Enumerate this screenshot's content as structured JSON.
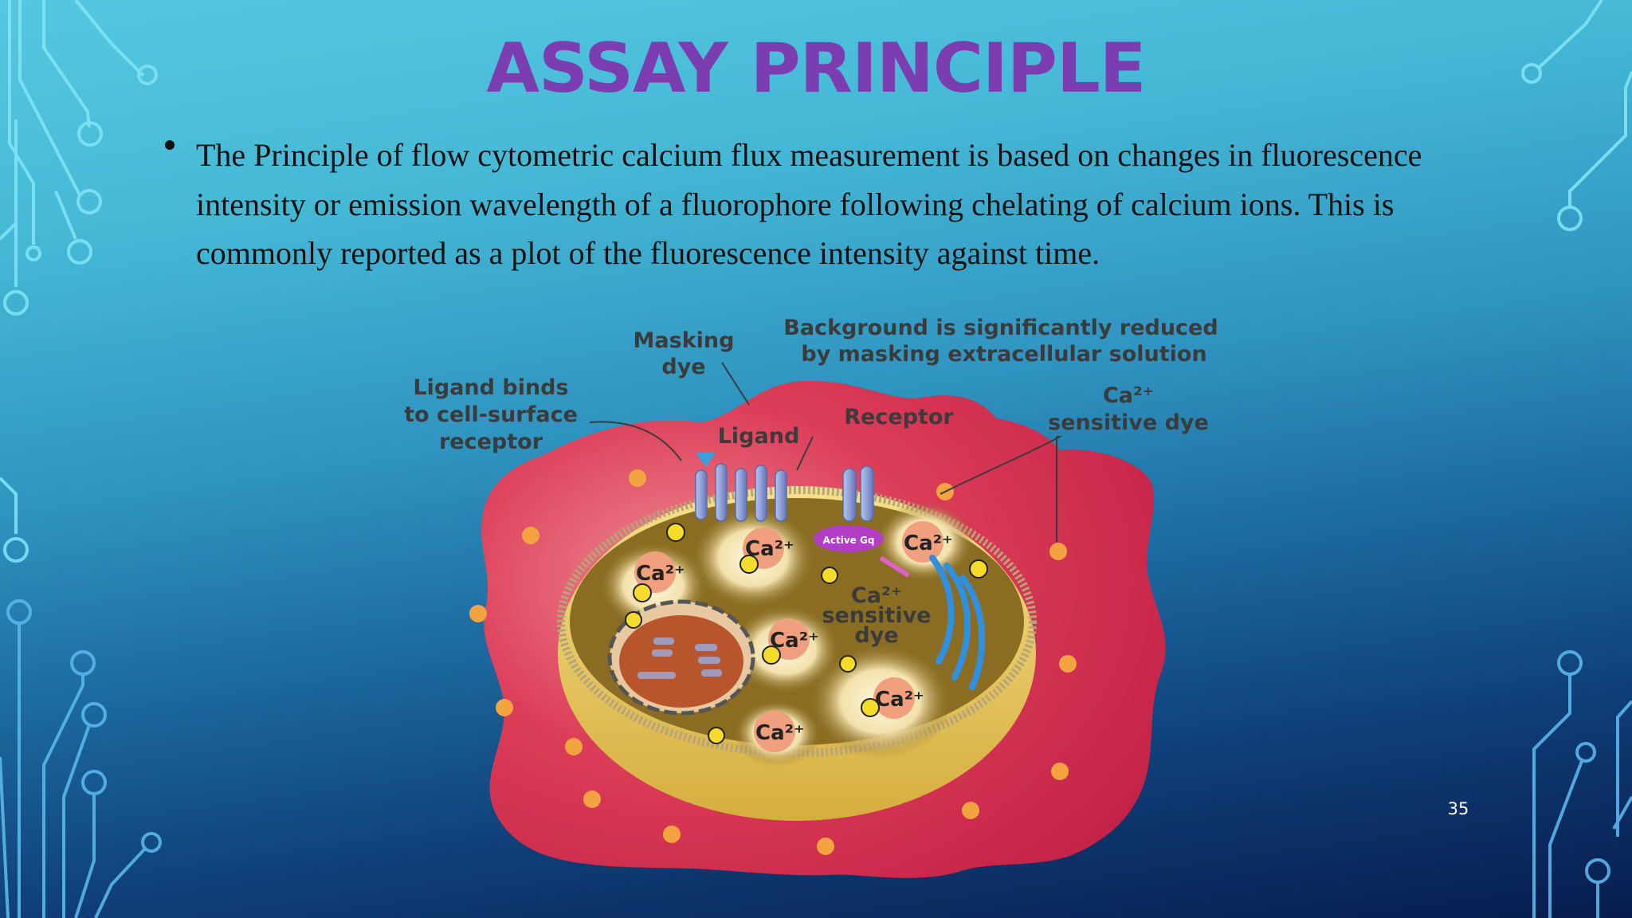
{
  "slide": {
    "title": "ASSAY PRINCIPLE",
    "bullet": "The Principle of flow cytometric calcium flux measurement is based on changes in fluorescence intensity or emission wavelength of a fluorophore following chelating of calcium ions. This is commonly reported as a plot of the fluorescence intensity against time.",
    "page_number": "35"
  },
  "diagram": {
    "labels": {
      "masking_dye": [
        "Masking",
        "dye"
      ],
      "background": [
        "Background is significantly reduced",
        "by masking extracellular solution"
      ],
      "ligand_binds": [
        "Ligand binds",
        "to cell-surface",
        "receptor"
      ],
      "ligand": "Ligand",
      "receptor": "Receptor",
      "ca_dye_outer": [
        "Ca²⁺",
        "sensitive dye"
      ],
      "ca_dye_inner": [
        "Ca²⁺",
        "sensitive",
        "dye"
      ],
      "active_gq": "Active Gq",
      "calcium": "Ca²⁺"
    }
  },
  "colors": {
    "background_top": "#55c8e0",
    "background_bottom": "#071c4e",
    "title": "#7b3db0",
    "extracellular": "#d8334f",
    "cytoplasm": "#8a6d22",
    "cell_rim": "#e9cf66",
    "calcium_store": "#f0a07e",
    "dye": "#f5dc2a"
  },
  "icons": [
    "circuit-decoration",
    "cell-diagram"
  ]
}
